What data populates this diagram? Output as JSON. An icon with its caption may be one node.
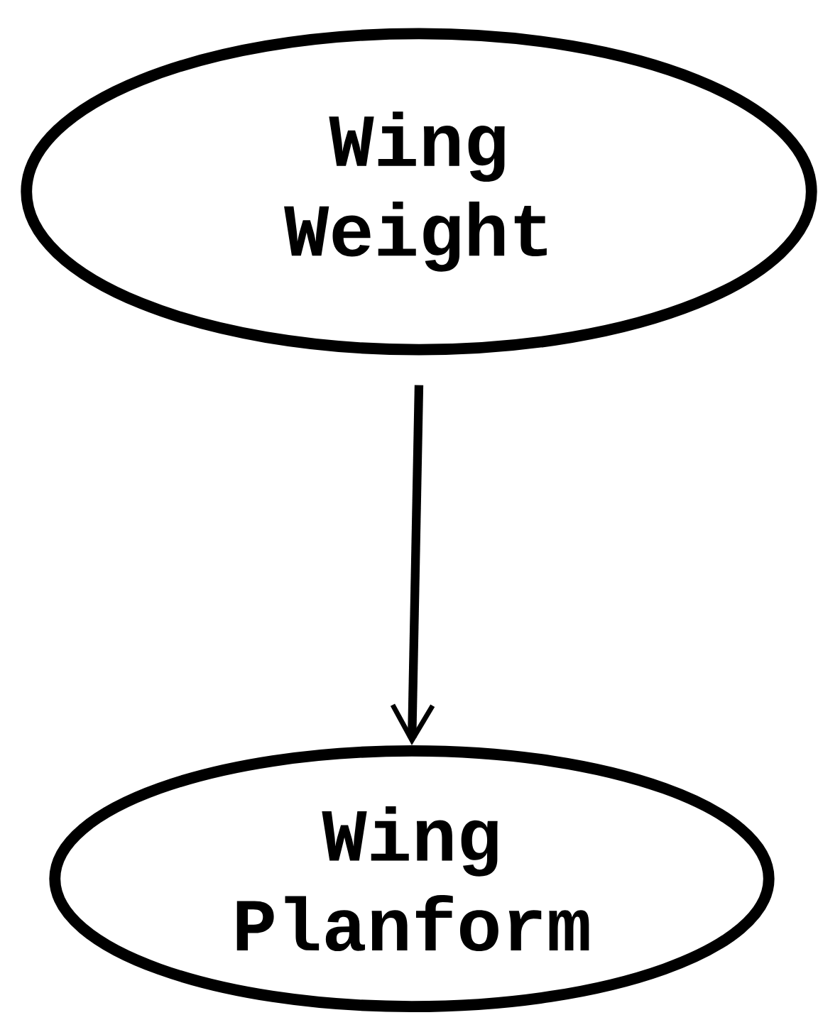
{
  "diagram": {
    "nodes": [
      {
        "text": [
          "Wing Weight"
        ]
      },
      {
        "text": [
          "Wing Planform"
        ]
      }
    ],
    "edges": [
      {
        "from": 0,
        "to": 1,
        "arrow": "to"
      }
    ]
  }
}
